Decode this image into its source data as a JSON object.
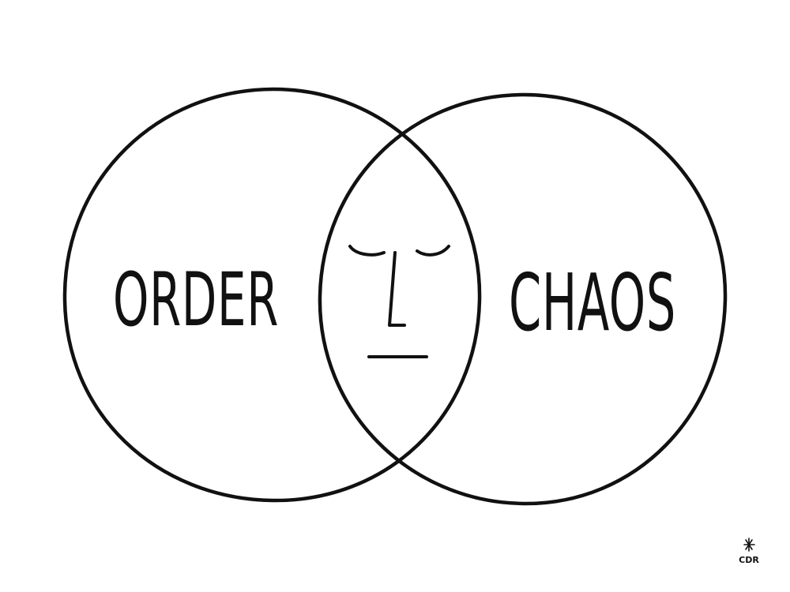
{
  "diagram": {
    "left_set": {
      "label": "ORDER"
    },
    "right_set": {
      "label": "CHAOS"
    },
    "intersection": {
      "content": "face-icon"
    }
  },
  "signature": {
    "text": "CDR",
    "mark": "asterisk-icon"
  },
  "colors": {
    "ink": "#111111",
    "background": "#ffffff"
  }
}
